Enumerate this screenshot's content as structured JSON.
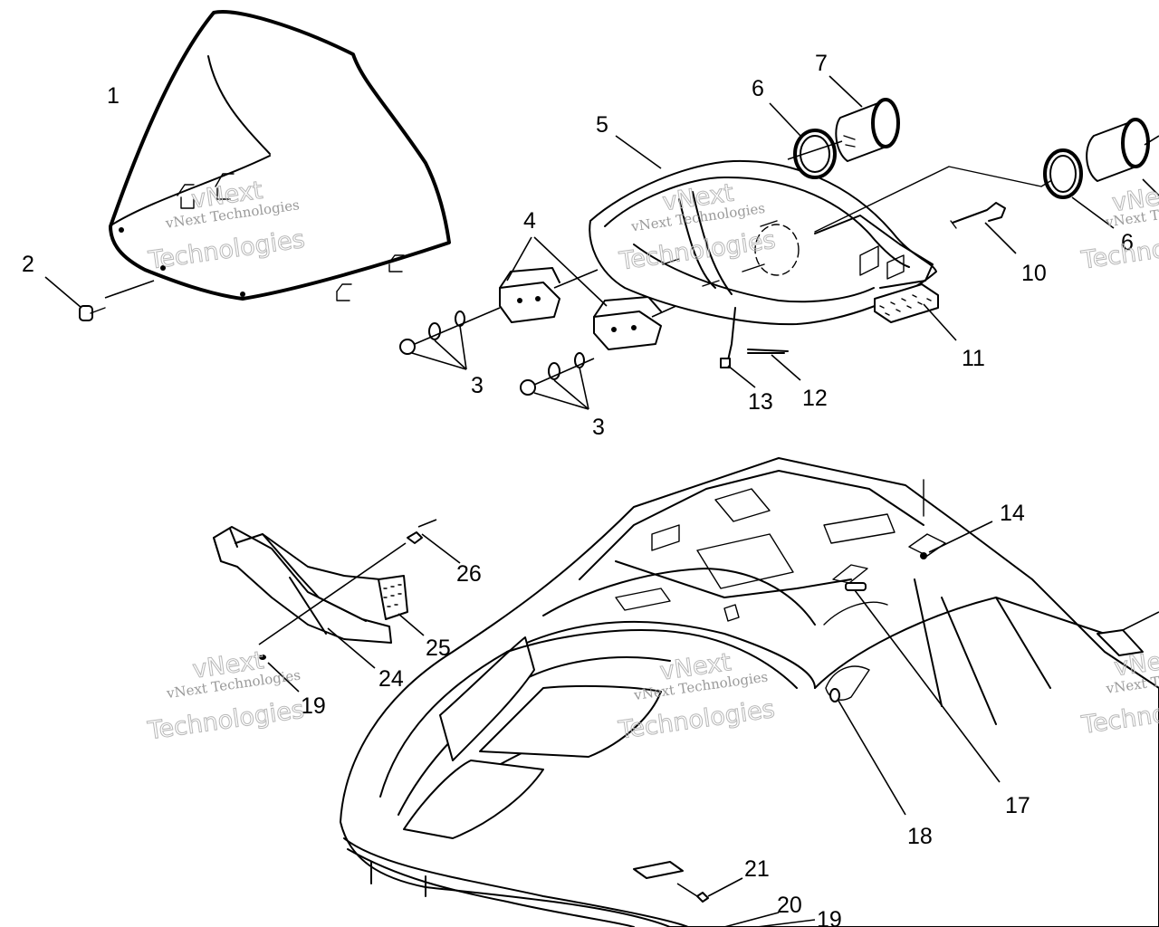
{
  "callouts": {
    "c1": "1",
    "c2": "2",
    "c3a": "3",
    "c3b": "3",
    "c4": "4",
    "c5": "5",
    "c6a": "6",
    "c6b": "6",
    "c7": "7",
    "c10": "10",
    "c11": "11",
    "c12": "12",
    "c13": "13",
    "c14": "14",
    "c17": "17",
    "c18": "18",
    "c19a": "19",
    "c19b": "19",
    "c20": "20",
    "c21": "21",
    "c24": "24",
    "c25": "25",
    "c26": "26"
  },
  "watermark": {
    "line1": "vNext Technologies",
    "line2": "vNext",
    "line3": "Technologies"
  }
}
